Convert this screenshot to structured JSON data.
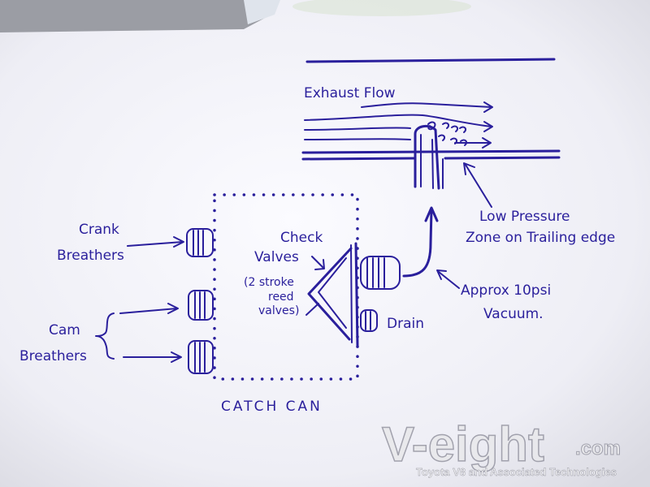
{
  "labels": {
    "exhaust_flow": "Exhaust Flow",
    "low_pressure_1": "Low Pressure",
    "low_pressure_2": "Zone on Trailing edge",
    "crank_1": "Crank",
    "crank_2": "Breathers",
    "cam_1": "Cam",
    "cam_2": "Breathers",
    "check_1": "Check",
    "check_2": "Valves",
    "reed_1": "(2 stroke",
    "reed_2": "reed",
    "reed_3": "valves)",
    "vacuum_1": "Approx 10psi",
    "vacuum_2": "Vacuum.",
    "drain": "Drain",
    "catch_can": "CATCH CAN"
  },
  "watermark": {
    "logo_text": "V-eight",
    "domain_suffix": ".com",
    "tagline": "Toyota V8 and Associated Technologies"
  },
  "colors": {
    "ink": "#2a1f9c",
    "paper": "#f6f6fb",
    "background": "#8e9096"
  }
}
